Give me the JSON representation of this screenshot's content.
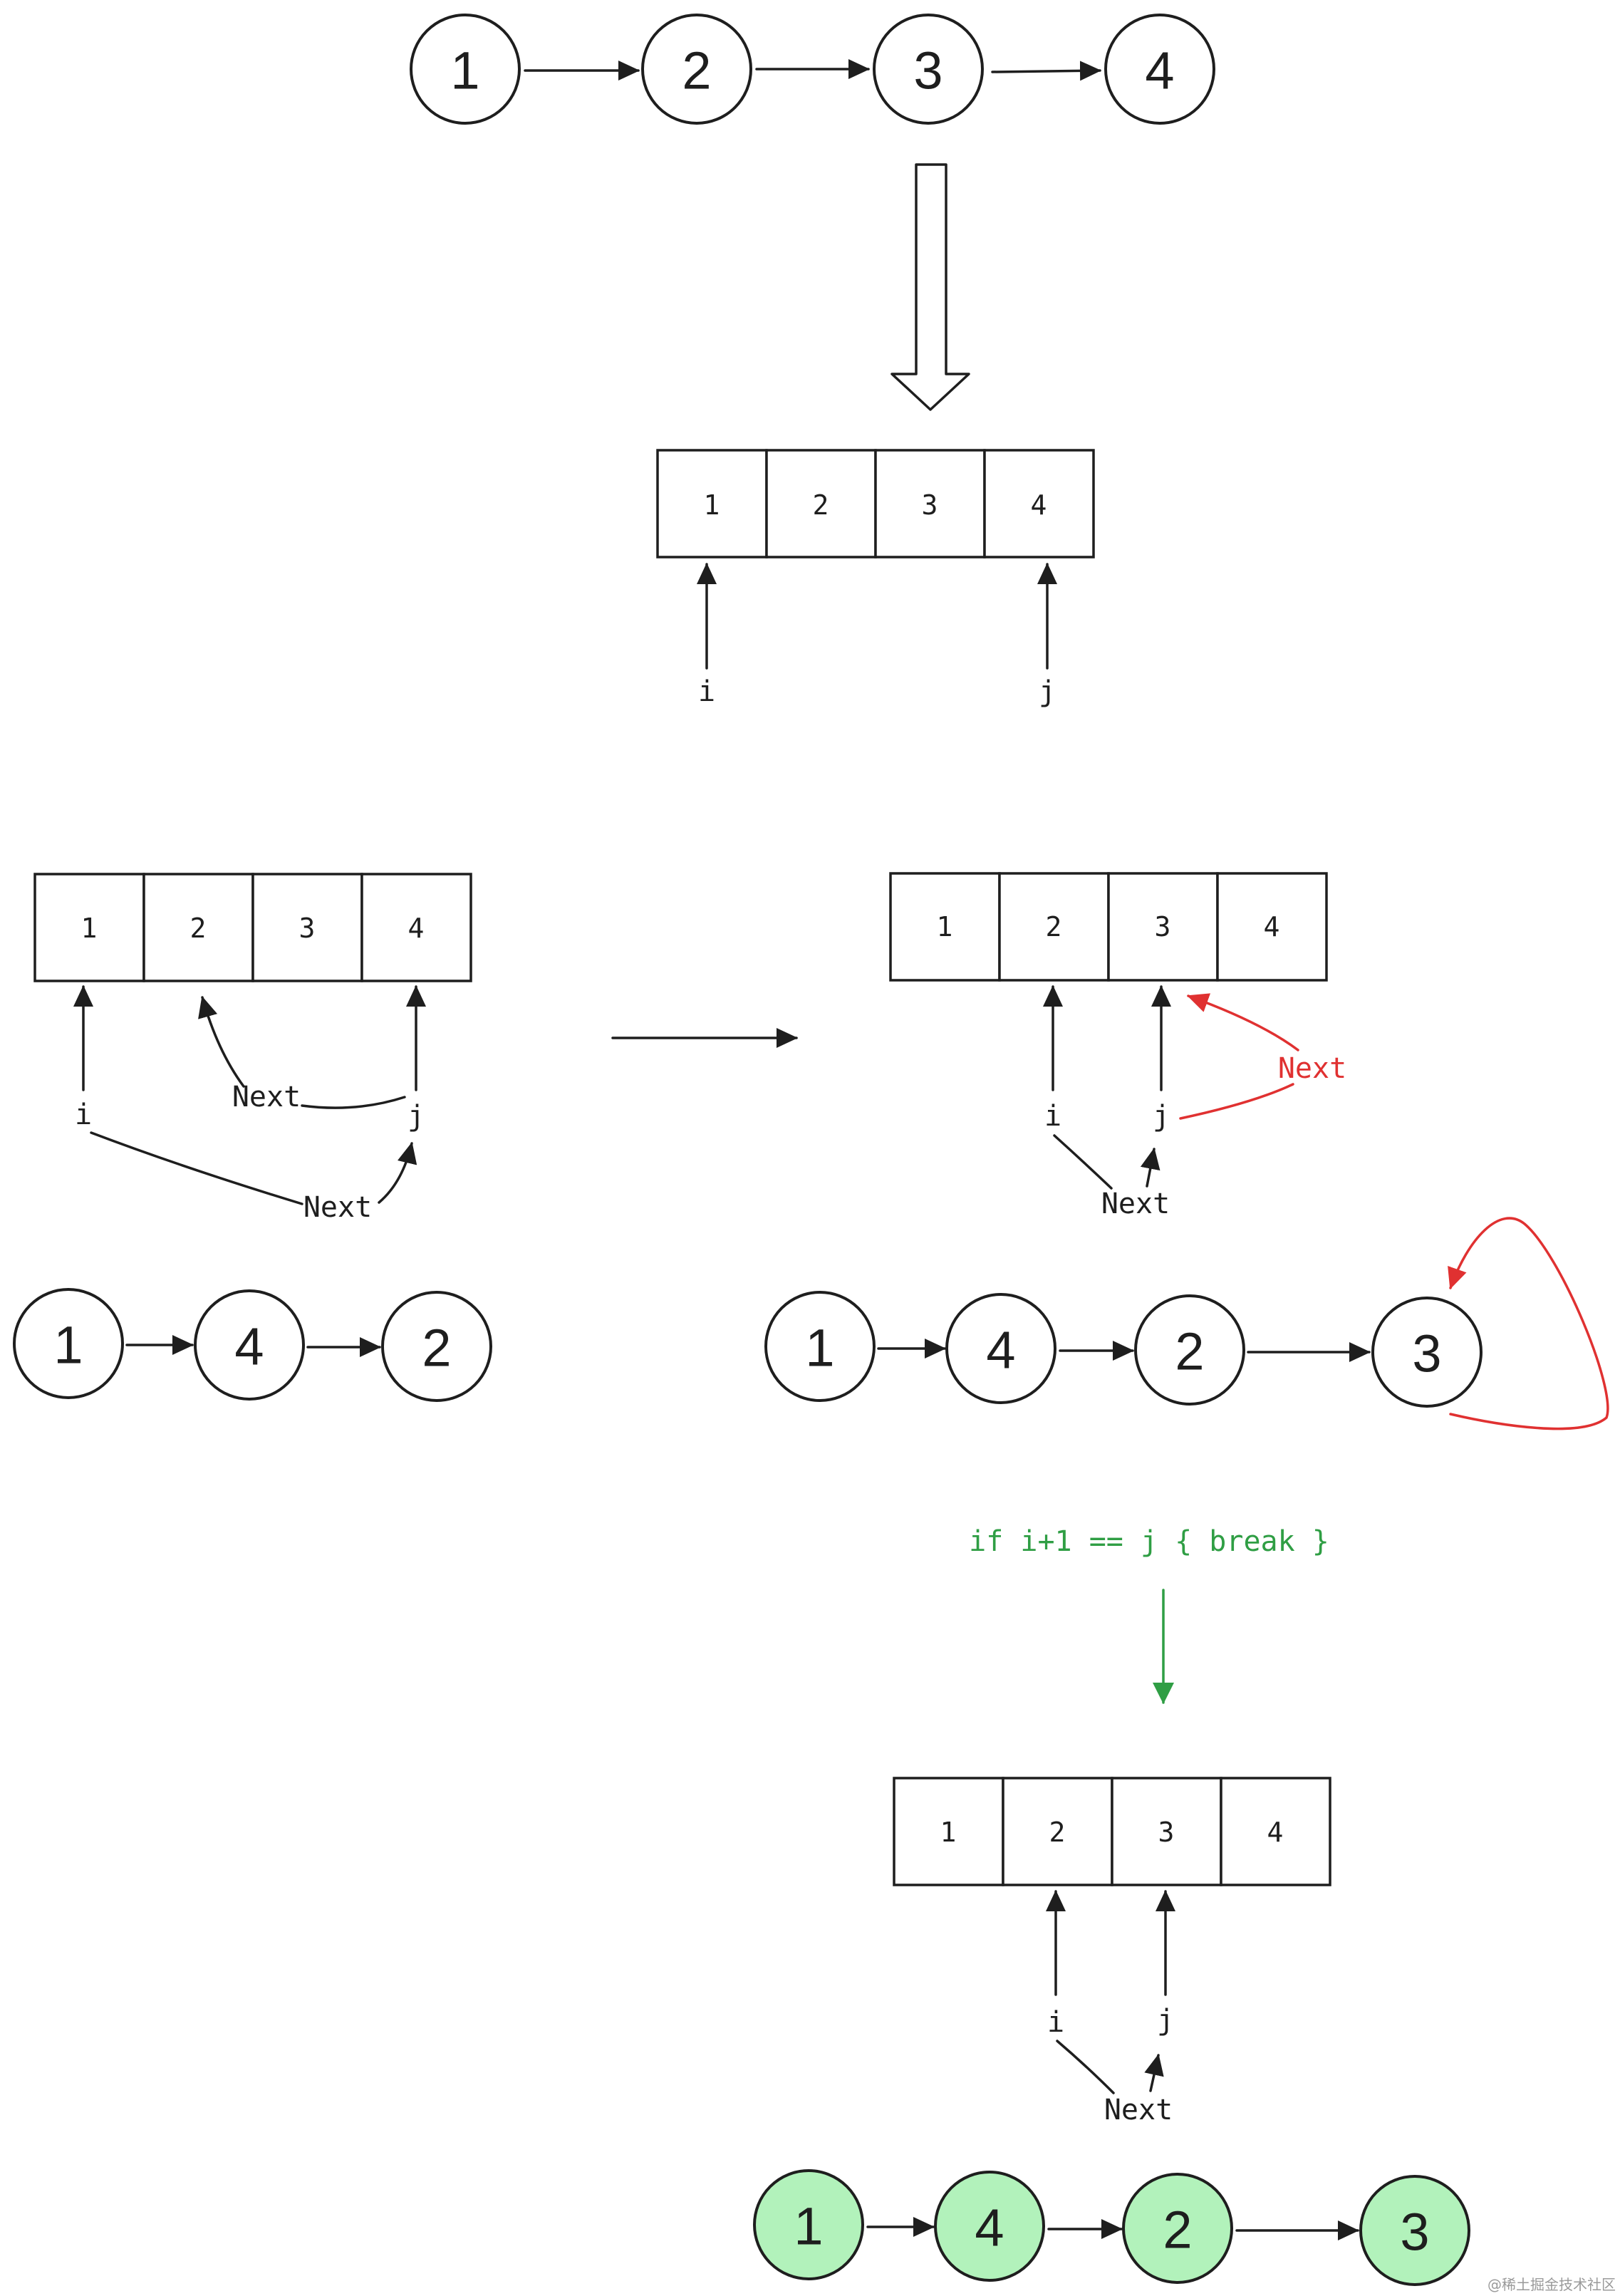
{
  "colors": {
    "ink": "#1e1e1e",
    "red": "#e03131",
    "green": "#2f9e44",
    "done_fill": "#b2f2bb",
    "bg": "#ffffff"
  },
  "original_list": [
    "1",
    "2",
    "3",
    "4"
  ],
  "array_cells": [
    "1",
    "2",
    "3",
    "4"
  ],
  "pointer_i": "i",
  "pointer_j": "j",
  "next_label": "Next",
  "mid_list_left": [
    "1",
    "4",
    "2"
  ],
  "mid_list_right": [
    "1",
    "4",
    "2",
    "3"
  ],
  "condition": "if i+1 == j { break }",
  "final_list": [
    "1",
    "4",
    "2",
    "3"
  ],
  "watermark": "@稀土掘金技术社区"
}
